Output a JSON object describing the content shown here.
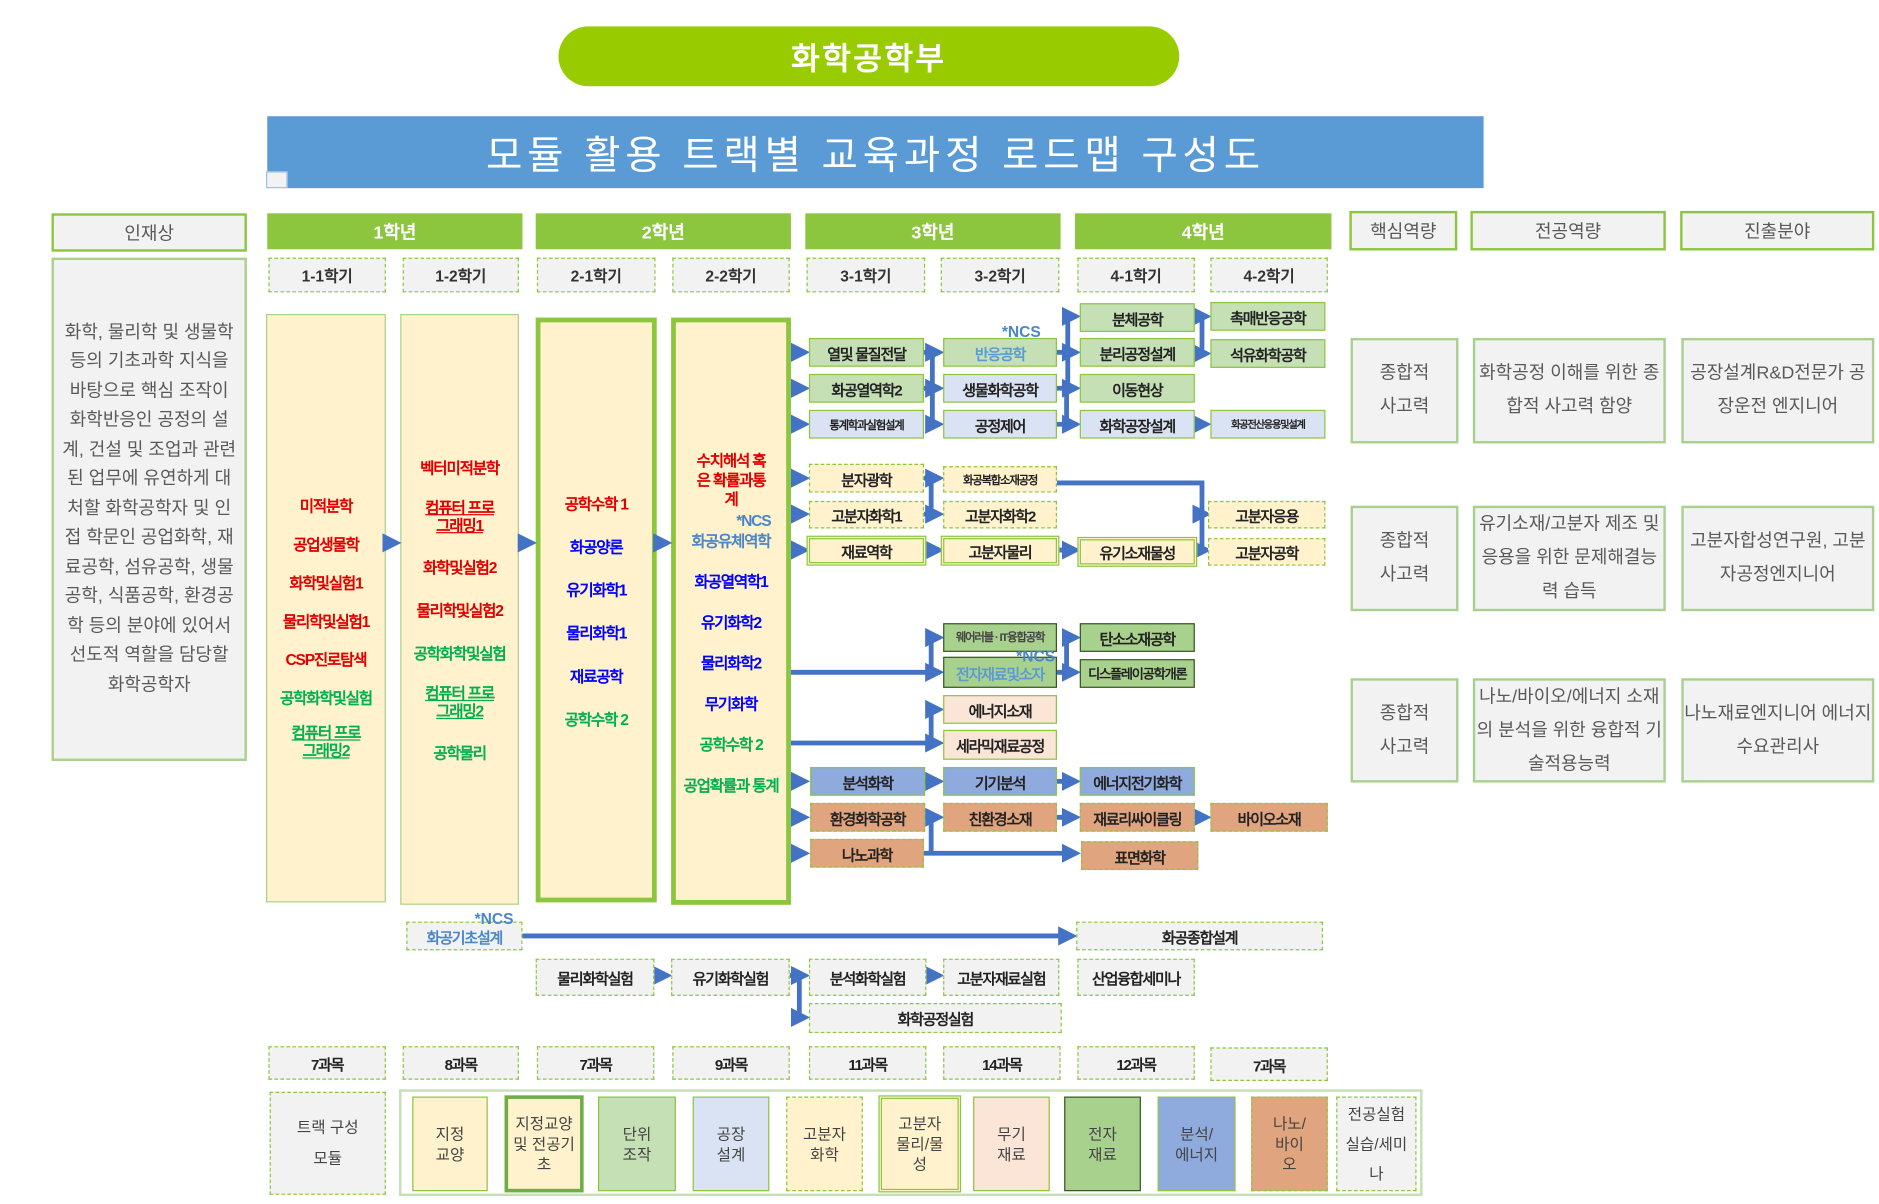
{
  "title": "화학공학부",
  "banner": "모듈 활용 트랙별 교육과정 로드맵 구성도",
  "talent": {
    "header": "인재상",
    "desc": "화학, 물리학 및 생물학 등의 기초과학 지식을 바탕으로 핵심 조작이 화학반응인 공정의 설계, 건설 및 조업과 관련된 업무에 유연하게 대처할 화학공학자 및 인접 학문인 공업화학, 재료공학, 섬유공학, 생물공학, 식품공학, 환경공학 등의 분야에 있어서 선도적 역할을 담당할 화학공학자"
  },
  "years": [
    "1학년",
    "2학년",
    "3학년",
    "4학년"
  ],
  "semesters": [
    "1-1학기",
    "1-2학기",
    "2-1학기",
    "2-2학기",
    "3-1학기",
    "3-2학기",
    "4-1학기",
    "4-2학기"
  ],
  "right": {
    "headers": [
      "핵심역량",
      "전공역량",
      "진출분야"
    ],
    "rows": [
      {
        "core": "종합적 사고력",
        "major": "화학공정 이해를 위한 종합적 사고력 함양",
        "career": "공장설계R&D전문가 공장운전 엔지니어"
      },
      {
        "core": "종합적 사고력",
        "major": "유기소재/고분자 제조 및 응용을 위한 문제해결능력 습득",
        "career": "고분자합성연구원, 고분자공정엔지니어"
      },
      {
        "core": "종합적 사고력",
        "major": "나노/바이오/에너지 소재의 분석을 위한 융합적 기술적용능력",
        "career": "나노재료엔지니어 에너지수요관리사"
      }
    ]
  },
  "s11": [
    "미적분학",
    "공업생물학",
    "화학및실험1",
    "물리학및실험1",
    "CSP진로탐색",
    "공학화학및실험",
    "컴퓨터 프로그래밍2"
  ],
  "s12": [
    "벡터미적분학",
    "컴퓨터 프로그래밍1",
    "화학및실험2",
    "물리학및실험2",
    "공학화학및실험",
    "컴퓨터 프로그래밍2",
    "공학물리"
  ],
  "s21": [
    "공학수학 1",
    "화공양론",
    "유기화학1",
    "물리화학1",
    "재료공학",
    "공학수학 2"
  ],
  "s22": [
    "수치해석 혹은 확률과통계",
    "*NCS",
    "화공유체역학",
    "화공열역학1",
    "유기화학2",
    "물리화학2",
    "무기화학",
    "공학수학 2",
    "공업확률과 통계"
  ],
  "ncs": "*NCS",
  "c": {
    "heat": "열및 물질전달",
    "thermo2": "화공열역학2",
    "stat": "통계학과실험설계",
    "react": "반응공학",
    "bio": "생물화학공학",
    "ctrl": "공정제어",
    "powder": "분체공학",
    "sep": "분리공정설계",
    "trans": "이동현상",
    "plant": "화학공장설계",
    "cat": "촉매반응공학",
    "petro": "석유화학공학",
    "comp": "화공전산응용및설계",
    "mol": "분자광학",
    "composite": "화공복합소재공정",
    "poly1": "고분자화학1",
    "poly2": "고분자화학2",
    "mech": "재료역학",
    "polyphys": "고분자물리",
    "organic": "유기소재물성",
    "polyapp": "고분자응용",
    "polyeng": "고분자공학",
    "wear": "웨어러블 · IT융합공학",
    "elec": "전자재료및소자",
    "carbon": "탄소소재공학",
    "disp": "디스플레이공학개론",
    "energy": "에너지소재",
    "ceramic": "세라믹재료공정",
    "anal": "분석화학",
    "instr": "기기분석",
    "echem": "에너지전기화학",
    "env": "환경화학공학",
    "eco": "친환경소재",
    "recyc": "재료리싸이클링",
    "biomat": "바이오소재",
    "nano": "나노과학",
    "surf": "표면화학",
    "design1": "화공기초설계",
    "design2": "화공종합설계",
    "lab1": "물리화학실험",
    "lab2": "유기화학실험",
    "lab3": "분석화학실험",
    "lab4": "고분자재료실험",
    "seminar": "산업융합세미나",
    "lab5": "화학공정실험"
  },
  "counts": [
    "7과목",
    "8과목",
    "7과목",
    "9과목",
    "11과목",
    "14과목",
    "12과목",
    "7과목"
  ],
  "modules": {
    "label": "트랙 구성 모듈",
    "items": [
      "지정 교양",
      "지정교양 및 전공기초",
      "단위 조작",
      "공장 설계",
      "고분자 화학",
      "고분자 물리/물성",
      "무기 재료",
      "전자 재료",
      "분석/ 에너지",
      "나노/ 바이오",
      "전공실험 실습/세미나"
    ]
  }
}
